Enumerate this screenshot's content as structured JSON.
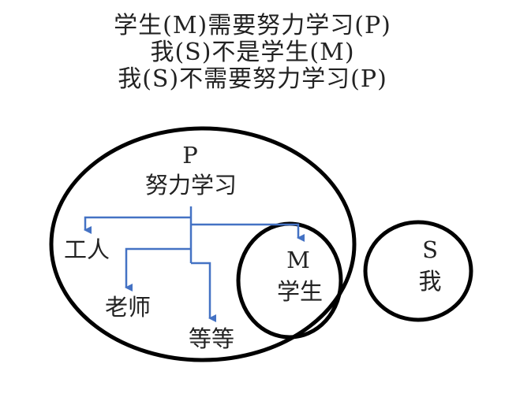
{
  "premises": {
    "line1": "学生(M)需要努力学习(P)",
    "line2": "我(S)不是学生(M)",
    "line3": "我(S)不需要努力学习(P)"
  },
  "diagram": {
    "p_letter": "P",
    "p_label": "努力学习",
    "m_letter": "M",
    "m_label": "学生",
    "s_letter": "S",
    "s_label": "我",
    "workers": "工人",
    "teachers": "老师",
    "etc": "等等",
    "arrow_color": "#4472c4",
    "stroke_color": "#000000"
  }
}
